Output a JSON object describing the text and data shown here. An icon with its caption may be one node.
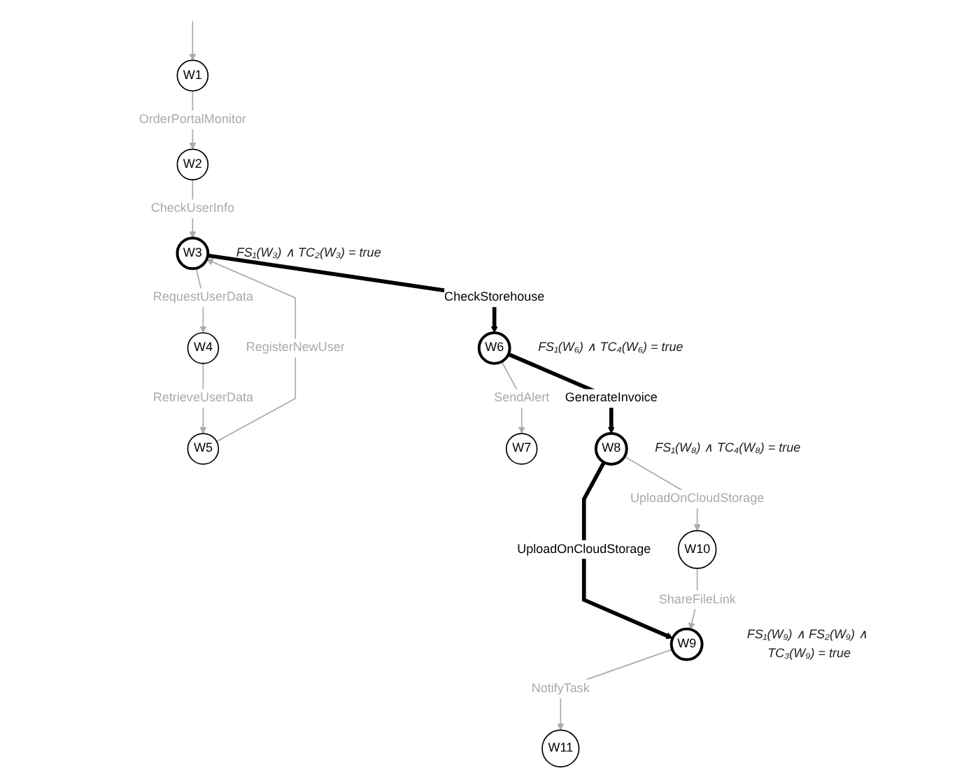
{
  "diagram": {
    "nodes": [
      {
        "text": [
          "W1"
        ]
      },
      {
        "text": [
          "W2"
        ]
      },
      {
        "text": [
          "W3"
        ],
        "beside": [
          "FS₁(W₃) ∧ TC₂(W₃) = true"
        ]
      },
      {
        "text": [
          "W4"
        ]
      },
      {
        "text": [
          "W5"
        ]
      },
      {
        "text": [
          "W6"
        ],
        "beside": [
          "FS₁(W₆) ∧ TC₄(W₆) = true"
        ]
      },
      {
        "text": [
          "W7"
        ]
      },
      {
        "text": [
          "W8"
        ],
        "beside": [
          "FS₁(W₈) ∧ TC₄(W₈) = true"
        ]
      },
      {
        "text": [
          "W9"
        ],
        "beside": [
          "FS₁(W₉) ∧ FS₂(W₉) ∧ TC₃(W₉) = true"
        ]
      },
      {
        "text": [
          "W10"
        ]
      },
      {
        "text": [
          "W11"
        ]
      }
    ],
    "edges": [
      {
        "from": null,
        "to": 0,
        "arrow": "to"
      },
      {
        "from": 0,
        "to": 1,
        "arrow": "to",
        "label": "OrderPortalMonitor"
      },
      {
        "from": 1,
        "to": 2,
        "arrow": "to",
        "label": "CheckUserInfo"
      },
      {
        "from": 4,
        "to": 2,
        "arrow": "to",
        "label": "RegisterNewUser"
      },
      {
        "from": 2,
        "to": 3,
        "arrow": "to",
        "label": "RequestUserData"
      },
      {
        "from": 3,
        "to": 4,
        "arrow": "to",
        "label": "RetrieveUserData"
      },
      {
        "from": 2,
        "to": 5,
        "arrow": "to",
        "label": "CheckStorehouse",
        "style": "thick",
        "color": "#000000"
      },
      {
        "from": 5,
        "to": 6,
        "arrow": "to",
        "label": "SendAlert"
      },
      {
        "from": 5,
        "to": 7,
        "arrow": "to",
        "label": "GenerateInvoice",
        "style": "thick",
        "color": "#000000"
      },
      {
        "from": 7,
        "to": 9,
        "arrow": "to",
        "label": "UploadOnCloudStorage"
      },
      {
        "from": 7,
        "to": 8,
        "arrow": "to",
        "label": "UploadOnCloudStorage",
        "style": "thick",
        "color": "#000000"
      },
      {
        "from": 9,
        "to": 8,
        "arrow": "to",
        "label": "ShareFileLink"
      },
      {
        "from": 8,
        "to": 10,
        "arrow": "to",
        "label": "NotifyTask"
      }
    ]
  }
}
